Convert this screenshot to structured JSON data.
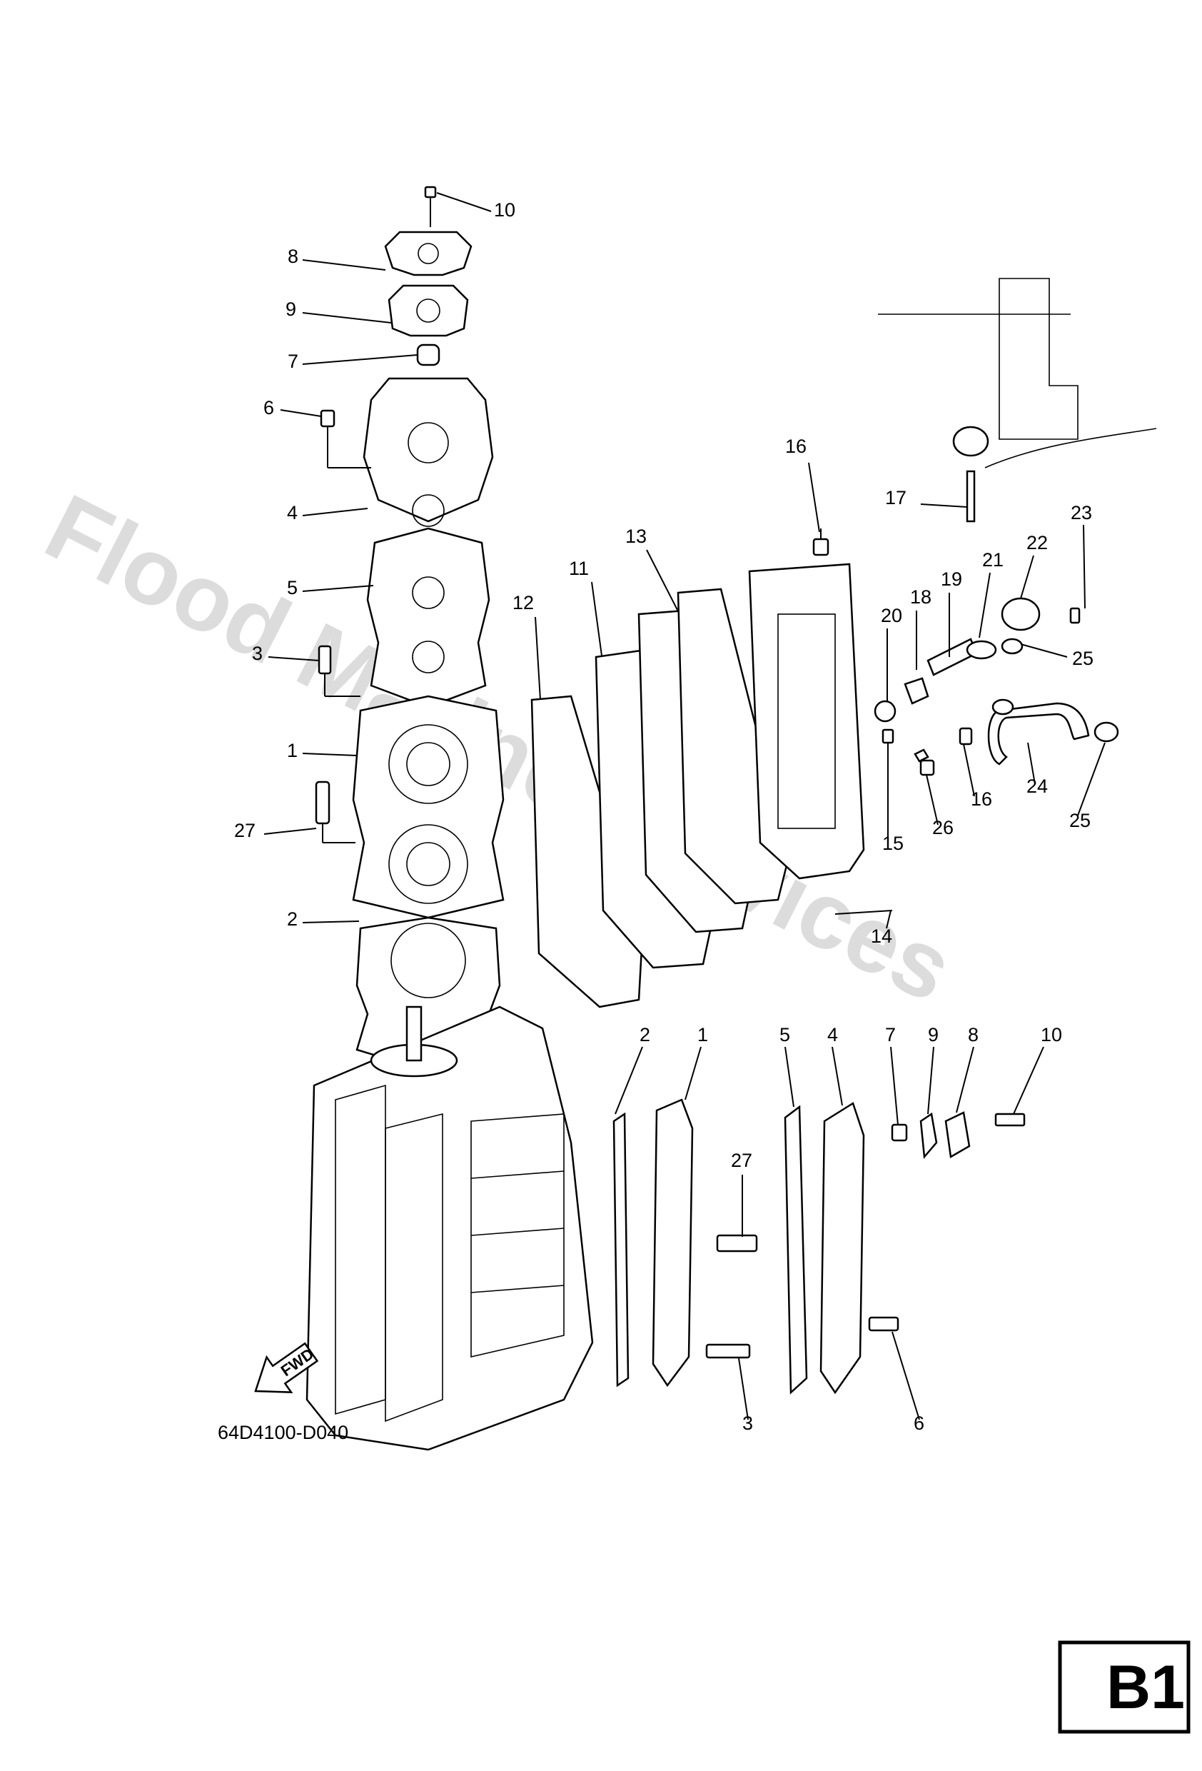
{
  "watermark": "Flood Marine Services",
  "diagram_code": "64D4100-D040",
  "page_badge": "B1",
  "fwd_label": "FWD",
  "callouts_upper": [
    "10",
    "8",
    "9",
    "7",
    "6",
    "4",
    "5",
    "3",
    "1",
    "27",
    "2",
    "16",
    "17",
    "23",
    "22",
    "21",
    "19",
    "18",
    "20",
    "25",
    "13",
    "11",
    "12",
    "16",
    "26",
    "15",
    "24",
    "25",
    "14"
  ],
  "callouts_lower": [
    "2",
    "1",
    "5",
    "4",
    "7",
    "9",
    "8",
    "10",
    "27",
    "3",
    "6"
  ]
}
